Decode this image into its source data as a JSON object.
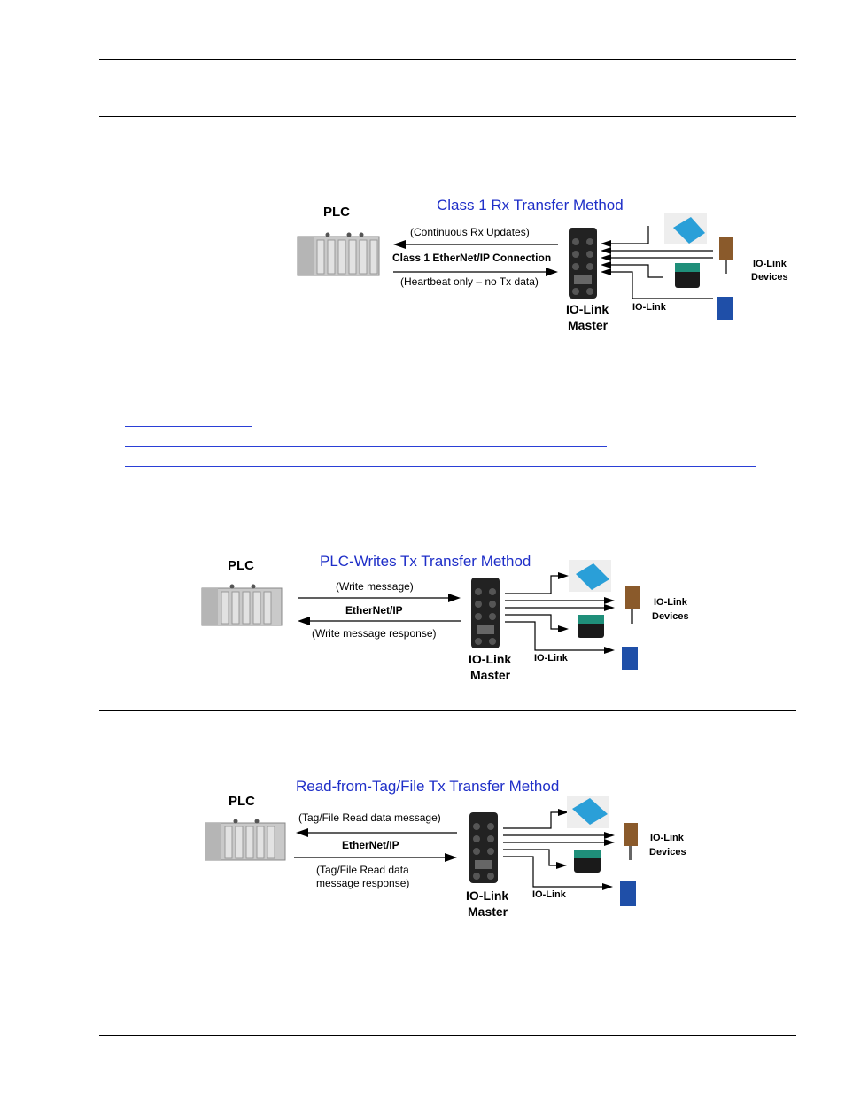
{
  "figures": [
    {
      "title": "Class 1 Rx Transfer Method",
      "plc_label": "PLC",
      "connection_top": "(Continuous Rx Updates)",
      "connection_mid": "Class 1 EtherNet/IP Connection",
      "connection_bottom": "(Heartbeat only – no Tx data)",
      "master_line1": "IO-Link",
      "master_line2": "Master",
      "iolink_label": "IO-Link",
      "devices_line1": "IO-Link",
      "devices_line2": "Devices"
    },
    {
      "title": "PLC-Writes Tx Transfer Method",
      "plc_label": "PLC",
      "connection_top": "(Write message)",
      "connection_mid": "EtherNet/IP",
      "connection_bottom": "(Write message response)",
      "master_line1": "IO-Link",
      "master_line2": "Master",
      "iolink_label": "IO-Link",
      "devices_line1": "IO-Link",
      "devices_line2": "Devices"
    },
    {
      "title": "Read-from-Tag/File Tx Transfer Method",
      "plc_label": "PLC",
      "connection_top": "(Tag/File Read data message)",
      "connection_mid": "EtherNet/IP",
      "connection_bottom_1": "(Tag/File Read data",
      "connection_bottom_2": "message response)",
      "master_line1": "IO-Link",
      "master_line2": "Master",
      "iolink_label": "IO-Link",
      "devices_line1": "IO-Link",
      "devices_line2": "Devices"
    }
  ],
  "colors": {
    "title_blue": "#1f2fc8",
    "link_blue": "#2a3fd6",
    "sensor_cyan": "#2a9fd8",
    "sensor_teal": "#1f8f7a",
    "sensor_brown": "#8a5a2b",
    "sensor_blue": "#1f4fa8"
  }
}
